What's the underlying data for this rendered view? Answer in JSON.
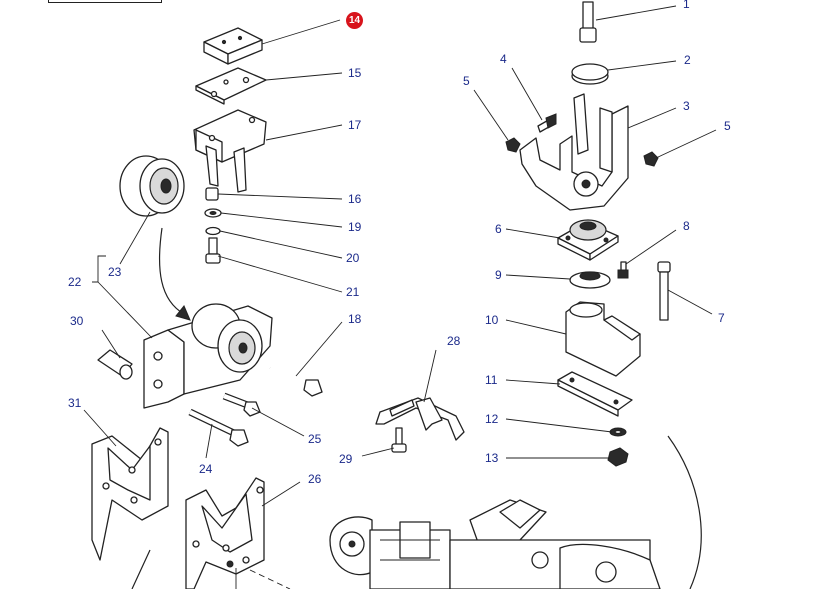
{
  "callouts": {
    "c1": "1",
    "c2": "2",
    "c3": "3",
    "c4": "4",
    "c5a": "5",
    "c5b": "5",
    "c6": "6",
    "c7": "7",
    "c8": "8",
    "c9": "9",
    "c10": "10",
    "c11": "11",
    "c12": "12",
    "c13": "13",
    "c14": "14",
    "c15": "15",
    "c16": "16",
    "c17": "17",
    "c18": "18",
    "c19": "19",
    "c20": "20",
    "c21": "21",
    "c22": "22",
    "c23": "23",
    "c24": "24",
    "c25": "25",
    "c26": "26",
    "c28": "28",
    "c29": "29",
    "c30": "30",
    "c31": "31"
  },
  "colors": {
    "label": "#1b2a8a",
    "highlight_badge": "#d8141c",
    "line": "#222222"
  }
}
